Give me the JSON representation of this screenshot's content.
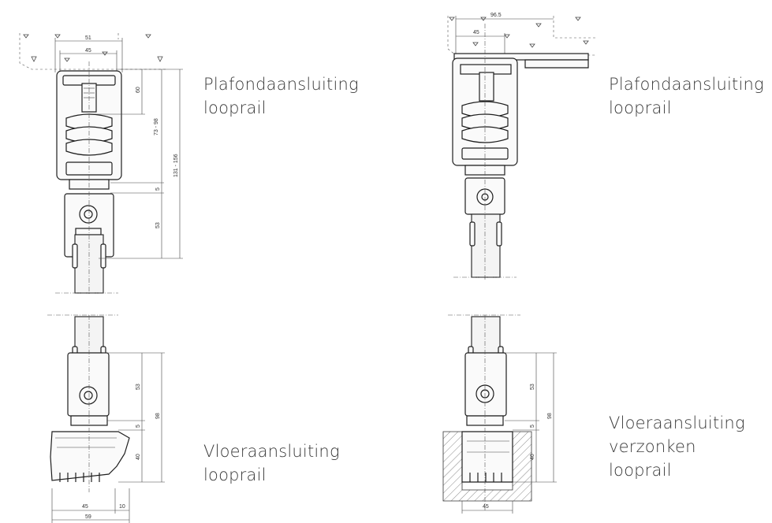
{
  "captions": {
    "top_left": {
      "line1": "Plafondaansluiting",
      "line2": "looprail"
    },
    "top_right": {
      "line1": "Plafondaansluiting",
      "line2": "looprail"
    },
    "bottom_left": {
      "line1": "Vloeraansluiting",
      "line2": "looprail"
    },
    "bottom_right": {
      "line1": "Vloeraansluiting",
      "line2": "verzonken",
      "line3": "looprail"
    }
  },
  "dimensions": {
    "tl": {
      "width_outer": "51",
      "width_inner": "45",
      "d60": "60",
      "d73_98": "73 - 98",
      "d131_156": "131 - 156",
      "d5": "5",
      "d53": "53"
    },
    "tr": {
      "width_outer": "96.5",
      "width_inner": "45"
    },
    "bl": {
      "d53": "53",
      "d98": "98",
      "d5": "5",
      "d40": "40",
      "w45": "45",
      "w10": "10",
      "w59": "59"
    },
    "br": {
      "d53": "53",
      "d98": "98",
      "d5": "5",
      "d40": "40",
      "w45": "45"
    }
  }
}
